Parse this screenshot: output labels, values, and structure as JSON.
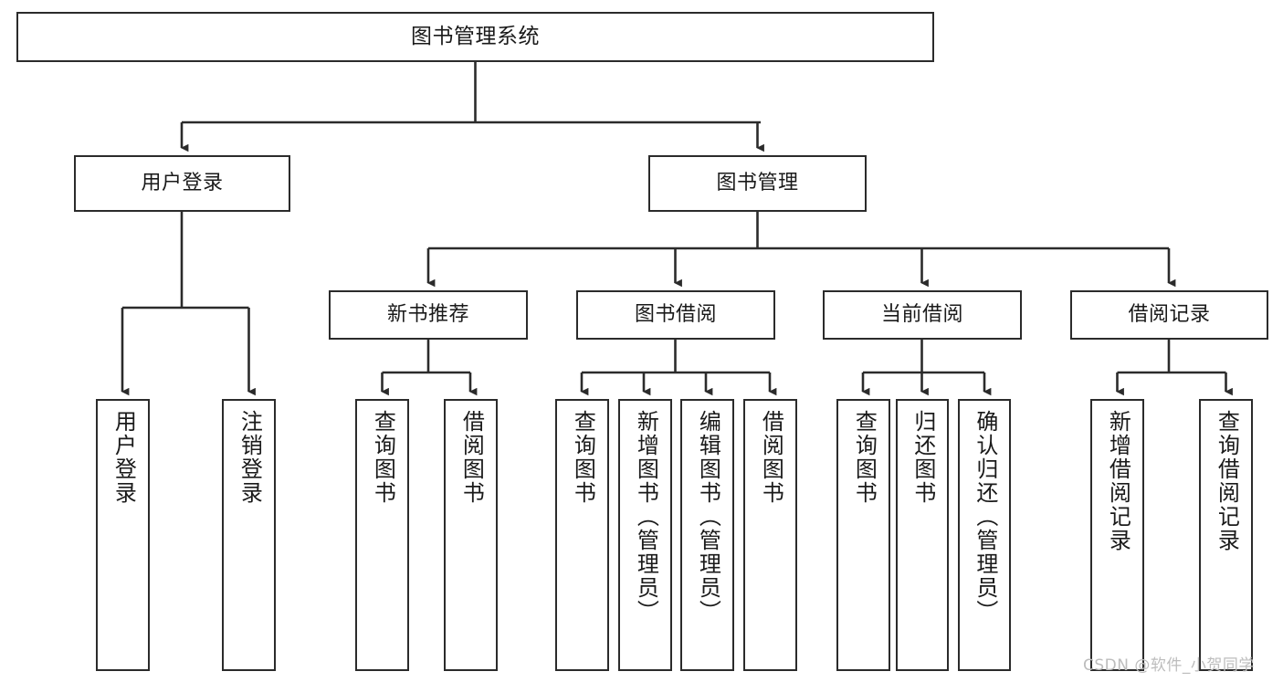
{
  "diagram": {
    "title": "图书管理系统",
    "type": "tree-hierarchy",
    "root": {
      "label": "图书管理系统"
    },
    "level1": [
      {
        "label": "用户登录"
      },
      {
        "label": "图书管理"
      }
    ],
    "level2": [
      {
        "label": "新书推荐"
      },
      {
        "label": "图书借阅"
      },
      {
        "label": "当前借阅"
      },
      {
        "label": "借阅记录"
      }
    ],
    "leaves": {
      "user_login": [
        {
          "label": "用户登录"
        },
        {
          "label": "注销登录"
        }
      ],
      "new_book_recommend": [
        {
          "label": "查询图书"
        },
        {
          "label": "借阅图书"
        }
      ],
      "book_borrow": [
        {
          "label": "查询图书"
        },
        {
          "label": "新增图书（管理员）"
        },
        {
          "label": "编辑图书（管理员）"
        },
        {
          "label": "借阅图书"
        }
      ],
      "current_borrow": [
        {
          "label": "查询图书"
        },
        {
          "label": "归还图书"
        },
        {
          "label": "确认归还（管理员）"
        }
      ],
      "borrow_record": [
        {
          "label": "新增借阅记录"
        },
        {
          "label": "查询借阅记录"
        }
      ]
    }
  },
  "watermark": {
    "text": "CSDN @软件_小贺同学"
  },
  "colors": {
    "stroke": "#2b2b2b",
    "fill": "#ffffff",
    "text": "#1a1a1a",
    "watermark": "#bdbdbd"
  }
}
